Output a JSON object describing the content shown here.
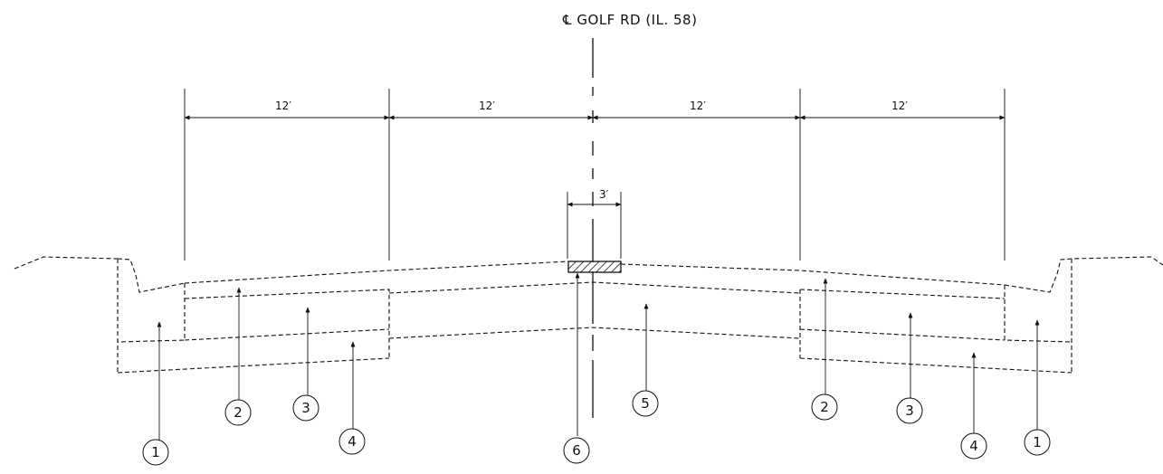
{
  "title": "℄ GOLF RD (IL. 58)",
  "dimensions": [
    "12′",
    "12′",
    "12′",
    "12′"
  ],
  "median_dimension": "3′",
  "callouts": [
    "1",
    "2",
    "3",
    "4",
    "6",
    "5",
    "2",
    "3",
    "4",
    "1"
  ],
  "colors": {
    "ink": "#111111",
    "background": "#ffffff"
  }
}
